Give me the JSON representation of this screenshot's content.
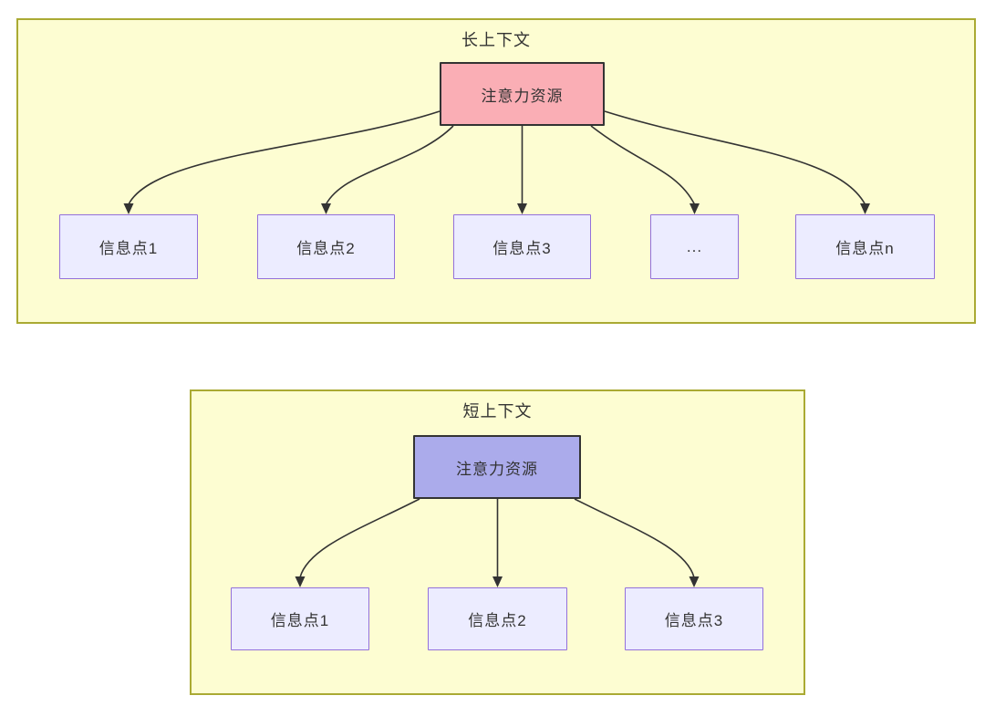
{
  "colors": {
    "page_background": "#ffffff",
    "cluster_fill": "#fdfdd2",
    "cluster_border": "#aaaa33",
    "attention_long_fill": "#faaeb5",
    "attention_short_fill": "#ababeb",
    "attention_border": "#333333",
    "info_fill": "#ececff",
    "info_border": "#9370db",
    "edge_color": "#333333",
    "text_color": "#333333"
  },
  "long_context": {
    "title": "长上下文",
    "source_label": "注意力资源",
    "info_nodes": [
      "信息点1",
      "信息点2",
      "信息点3",
      "...",
      "信息点n"
    ]
  },
  "short_context": {
    "title": "短上下文",
    "source_label": "注意力资源",
    "info_nodes": [
      "信息点1",
      "信息点2",
      "信息点3"
    ]
  }
}
